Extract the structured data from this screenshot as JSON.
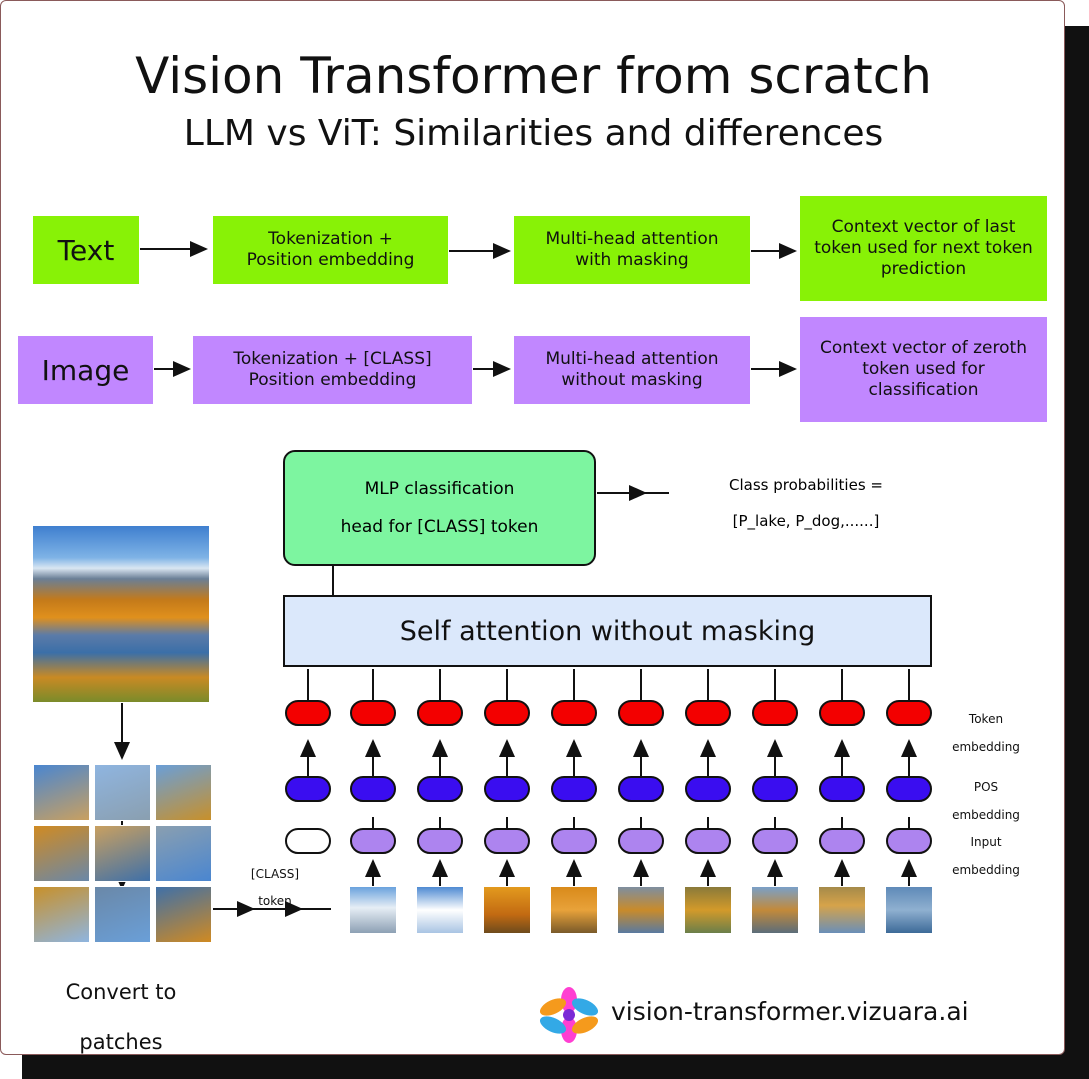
{
  "header": {
    "title": "Vision Transformer from scratch",
    "subtitle": "LLM vs ViT: Similarities and differences"
  },
  "text_row": {
    "label": "Text",
    "step1": "Tokenization + Position embedding",
    "step2": "Multi-head attention with masking",
    "step3": "Context vector of last token used for next token prediction",
    "color": "#88f206"
  },
  "image_row": {
    "label": "Image",
    "step1": "Tokenization + [CLASS] Position embedding",
    "step2": "Multi-head attention without masking",
    "step3": "Context vector of zeroth token used for classification",
    "color": "#c187ff"
  },
  "mlp": {
    "line1": "MLP classification",
    "line2": "head for [CLASS] token",
    "color": "#7df5a0"
  },
  "output": {
    "line1": "Class probabilities =",
    "line2": "[P_lake, P_dog,......]"
  },
  "attention": {
    "label": "Self attention without masking",
    "color": "#dbe8fb"
  },
  "legend": {
    "token_1": "Token",
    "token_2": "embedding",
    "pos_1": "POS",
    "pos_2": "embedding",
    "input_1": "Input",
    "input_2": "embedding"
  },
  "class_token": {
    "line1": "[CLASS]",
    "line2": "token"
  },
  "patches_caption": {
    "line1": "Convert to",
    "line2": "patches"
  },
  "footer": {
    "url": "vision-transformer.vizuara.ai"
  },
  "colors": {
    "token_embedding": "#f30000",
    "pos_embedding": "#3a0df0",
    "input_embedding": "#ad84ef"
  }
}
